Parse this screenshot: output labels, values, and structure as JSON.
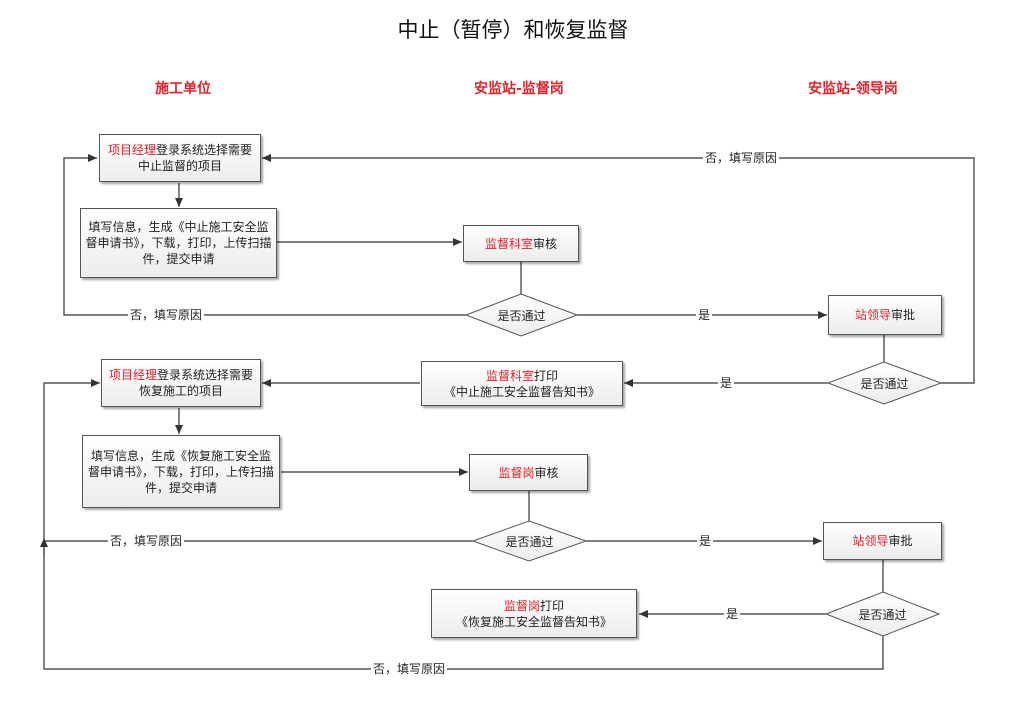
{
  "title": "中止（暂停）和恢复监督",
  "lanes": {
    "construction": "施工单位",
    "supervision": "安监站-监督岗",
    "leader": "安监站-领导岗"
  },
  "nodes": {
    "pm_login_stop": {
      "red": "项目经理",
      "text": "登录系统选择需要中止监督的项目"
    },
    "fill_stop": {
      "text": "填写信息，生成《中止施工安全监督申请书》，下载，打印，上传扫描件，提交申请"
    },
    "review_stop": {
      "red": "监督科室",
      "text": "审核"
    },
    "decision_sup_stop": {
      "text": "是否通过"
    },
    "approve_stop": {
      "red": "站领导",
      "text": "审批"
    },
    "decision_lead_stop": {
      "text": "是否通过"
    },
    "print_stop": {
      "red": "监督科室",
      "text": "打印",
      "line2": "《中止施工安全监督告知书》"
    },
    "pm_login_resume": {
      "red": "项目经理",
      "text": "登录系统选择需要恢复施工的项目"
    },
    "fill_resume": {
      "text": "填写信息，生成《恢复施工安全监督申请书》，下载，打印，上传扫描件，提交申请"
    },
    "review_resume": {
      "red": "监督岗",
      "text": "审核"
    },
    "decision_sup_resume": {
      "text": "是否通过"
    },
    "approve_resume": {
      "red": "站领导",
      "text": "审批"
    },
    "decision_lead_resume": {
      "text": "是否通过"
    },
    "print_resume": {
      "red": "监督岗",
      "text": "打印",
      "line2": "《恢复施工安全监督告知书》"
    }
  },
  "edges": {
    "no_reason_top": "否，填写原因",
    "no_reason_1": "否，填写原因",
    "yes_1": "是",
    "yes_2": "是",
    "no_reason_2": "否，填写原因",
    "yes_3": "是",
    "yes_4": "是",
    "no_reason_bottom": "否，填写原因"
  },
  "colors": {
    "highlight": "#e0232a",
    "line": "#333333"
  }
}
